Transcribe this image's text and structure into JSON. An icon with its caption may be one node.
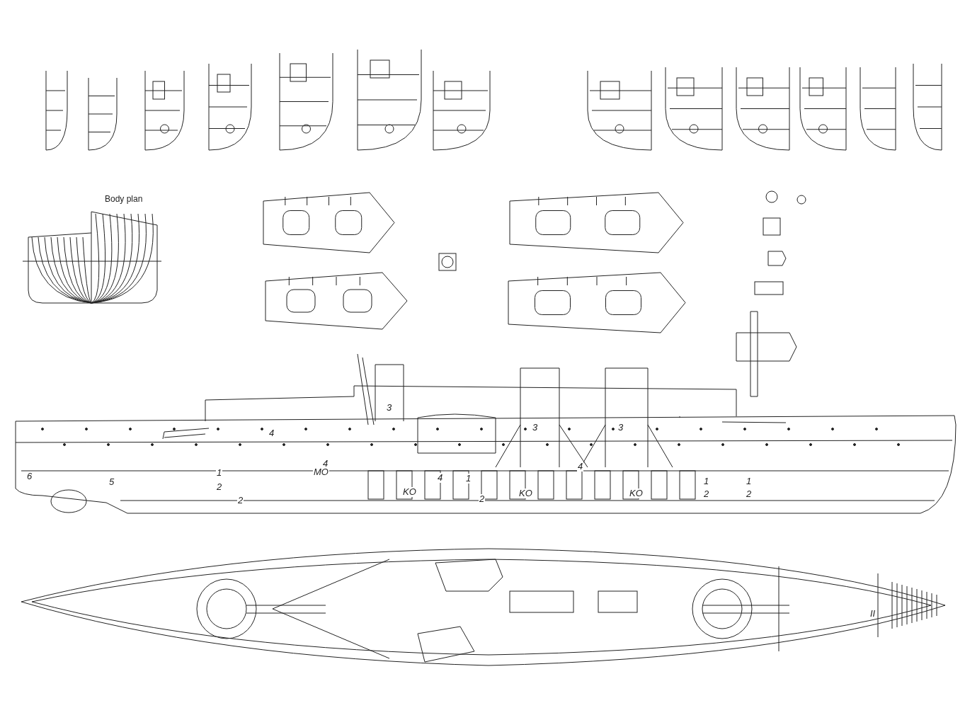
{
  "diagram": {
    "labels": [
      "Body plan",
      "3",
      "4",
      "3",
      "3",
      "4",
      "4",
      "6",
      "5",
      "1",
      "MO",
      "4",
      "1",
      "1",
      "1",
      "2",
      "2",
      "KO",
      "2",
      "KO",
      "KO",
      "2",
      "2",
      "II"
    ]
  }
}
